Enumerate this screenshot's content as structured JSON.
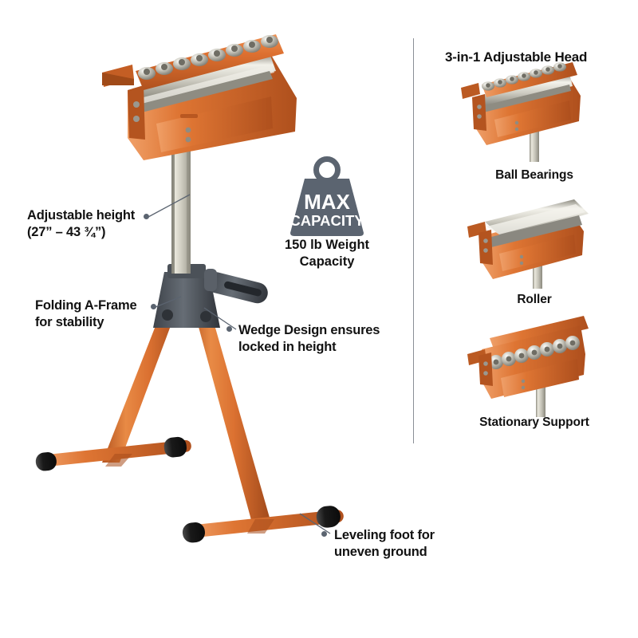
{
  "meta": {
    "bg": "#ffffff",
    "orange": "#DD7030",
    "orange_dark": "#B4521E",
    "orange_light": "#EE9760",
    "steel": "#C9C7BC",
    "steel_light": "#E6E4DA",
    "steel_dark": "#9A988D",
    "gray_hub": "#565C63",
    "gray_dark": "#3A3E44",
    "black_cap": "#1E1E1E",
    "leader": "#5b6470",
    "text": "#121212"
  },
  "callouts": [
    {
      "id": "adjustable-height",
      "text": "Adjustable height\n(27” – 43 ¾”)",
      "align": "left"
    },
    {
      "id": "folding-a-frame",
      "text": "Folding A-Frame\nfor stability",
      "align": "left"
    },
    {
      "id": "wedge-design",
      "text": "Wedge Design ensures\nlocked in height",
      "align": "left"
    },
    {
      "id": "leveling-foot",
      "text": "Leveling foot for\nuneven ground",
      "align": "left"
    }
  ],
  "badge": {
    "icon_top": "MAX",
    "icon_bottom": "CAPACITY",
    "caption": "150 lb Weight\nCapacity",
    "icon_color": "#5b6470"
  },
  "panel": {
    "title": "3-in-1 Adjustable Head",
    "items": [
      {
        "id": "ball-bearings",
        "label": "Ball Bearings"
      },
      {
        "id": "roller",
        "label": "Roller"
      },
      {
        "id": "stationary-support",
        "label": "Stationary Support"
      }
    ]
  }
}
